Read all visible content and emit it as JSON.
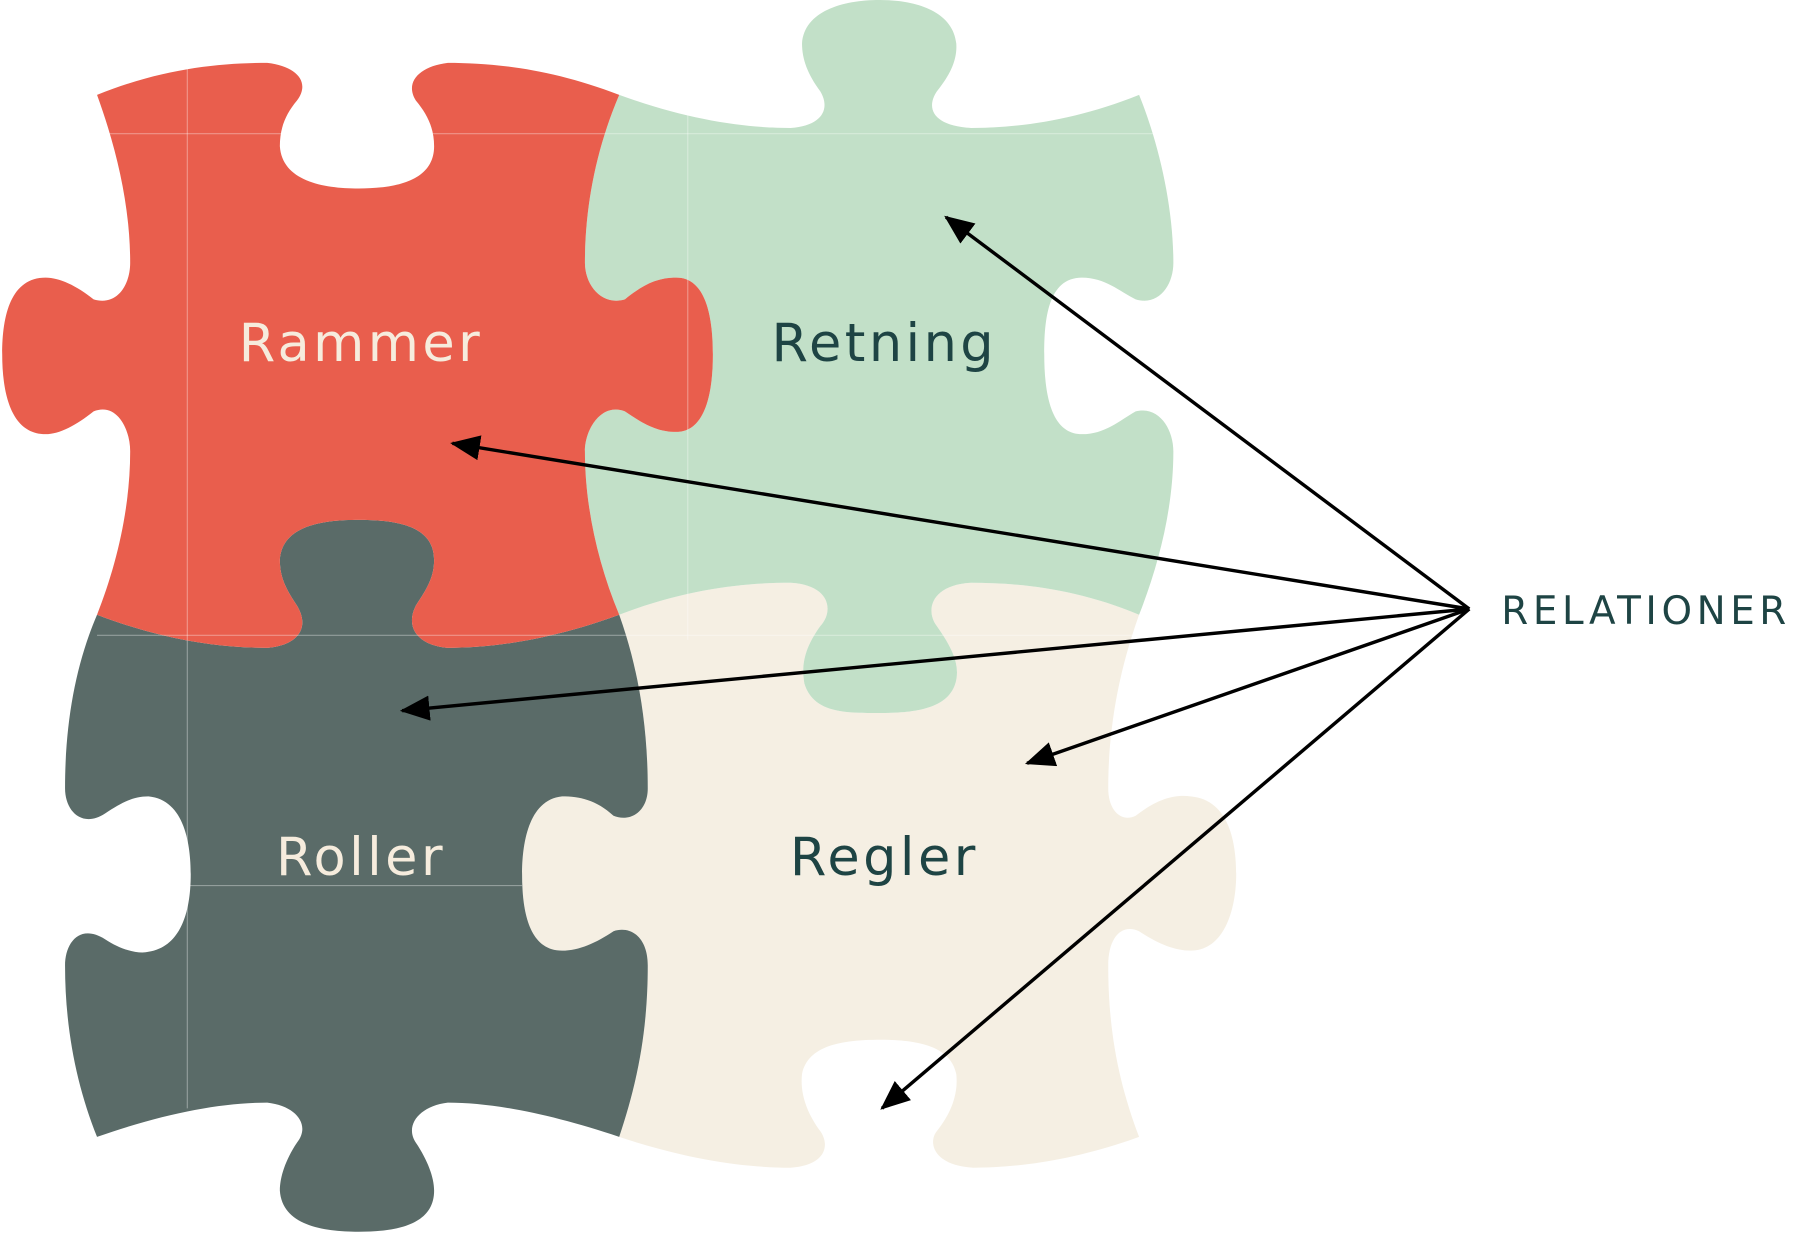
{
  "diagram": {
    "pieces": [
      {
        "id": "rammer",
        "label": "Rammer",
        "fill": "#E95E4D",
        "text_color": "#F6ECDD"
      },
      {
        "id": "retning",
        "label": "Retning",
        "fill": "#C2E0C8",
        "text_color": "#1E4444"
      },
      {
        "id": "roller",
        "label": "Roller",
        "fill": "#5A6B68",
        "text_color": "#F6ECDD"
      },
      {
        "id": "regler",
        "label": "Regler",
        "fill": "#F5EFE3",
        "text_color": "#1E4444"
      }
    ],
    "relations_label": "RELATIONER",
    "relations_label_color": "#1E4444",
    "arrow_color": "#000000",
    "arrows": [
      {
        "from": "relationer",
        "to": "retning"
      },
      {
        "from": "relationer",
        "to": "rammer"
      },
      {
        "from": "relationer",
        "to": "roller"
      },
      {
        "from": "relationer",
        "to": "regler"
      },
      {
        "from": "relationer",
        "to": "regler-bottom-notch"
      }
    ]
  }
}
